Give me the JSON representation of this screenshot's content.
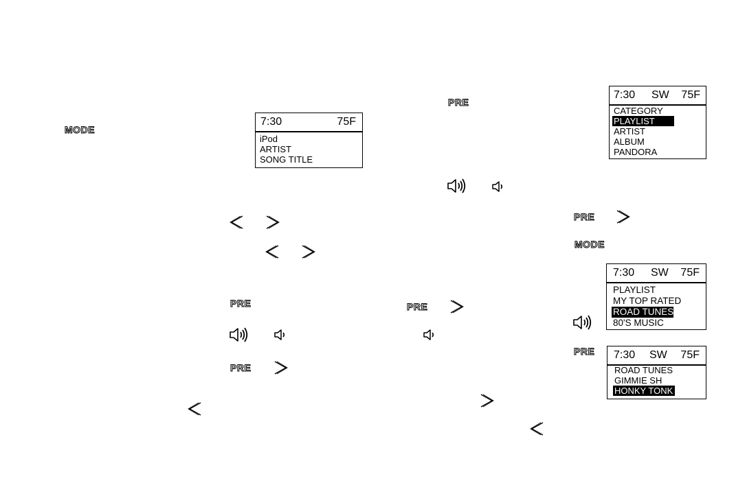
{
  "labels": {
    "mode": "MODE",
    "pre": "PRE"
  },
  "display1": {
    "time": "7:30",
    "temp": "75F",
    "rows": [
      "iPod",
      "ARTIST",
      "SONG TITLE"
    ]
  },
  "display2": {
    "time": "7:30",
    "dir": "SW",
    "temp": "75F",
    "rows": [
      "CATEGORY",
      "PLAYLIST",
      "ARTIST",
      "ALBUM",
      "PANDORA"
    ],
    "highlighted": "PLAYLIST"
  },
  "display3": {
    "time": "7:30",
    "dir": "SW",
    "temp": "75F",
    "rows": [
      "PLAYLIST",
      "MY TOP RATED",
      "ROAD TUNES",
      "80'S MUSIC"
    ],
    "highlighted": "ROAD TUNES"
  },
  "display4": {
    "time": "7:30",
    "dir": "SW",
    "temp": "75F",
    "rows": [
      "ROAD TUNES",
      "GIMMIE SH",
      "HONKY TONK"
    ],
    "highlighted": "HONKY TONK"
  },
  "icons": {
    "volume_up": "volume-up-icon",
    "volume_down": "volume-down-icon",
    "seek_back": "seek-back-icon",
    "seek_forward": "seek-forward-icon"
  },
  "colors": {
    "ink": "#000000",
    "paper": "#ffffff"
  }
}
